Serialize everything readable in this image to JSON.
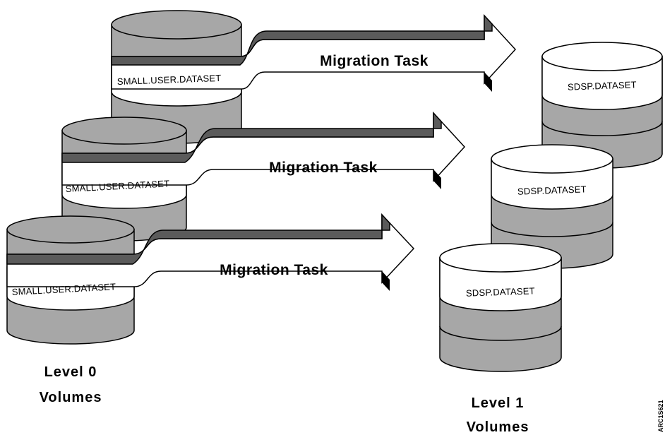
{
  "tasks": [
    {
      "label": "Migration Task",
      "source": "SMALL.USER.DATASET",
      "target": "SDSP.DATASET"
    },
    {
      "label": "Migration Task",
      "source": "SMALL.USER.DATASET",
      "target": "SDSP.DATASET"
    },
    {
      "label": "Migration Task",
      "source": "SMALL.USER.DATASET",
      "target": "SDSP.DATASET"
    }
  ],
  "level0": {
    "line1": "Level 0",
    "line2": "Volumes"
  },
  "level1": {
    "line1": "Level 1",
    "line2": "Volumes"
  },
  "figure_id": "ARC1S621",
  "colors": {
    "disk_gray": "#a7a7a7",
    "band_dark": "#5b5b5b",
    "outline": "#000000",
    "white": "#ffffff"
  }
}
